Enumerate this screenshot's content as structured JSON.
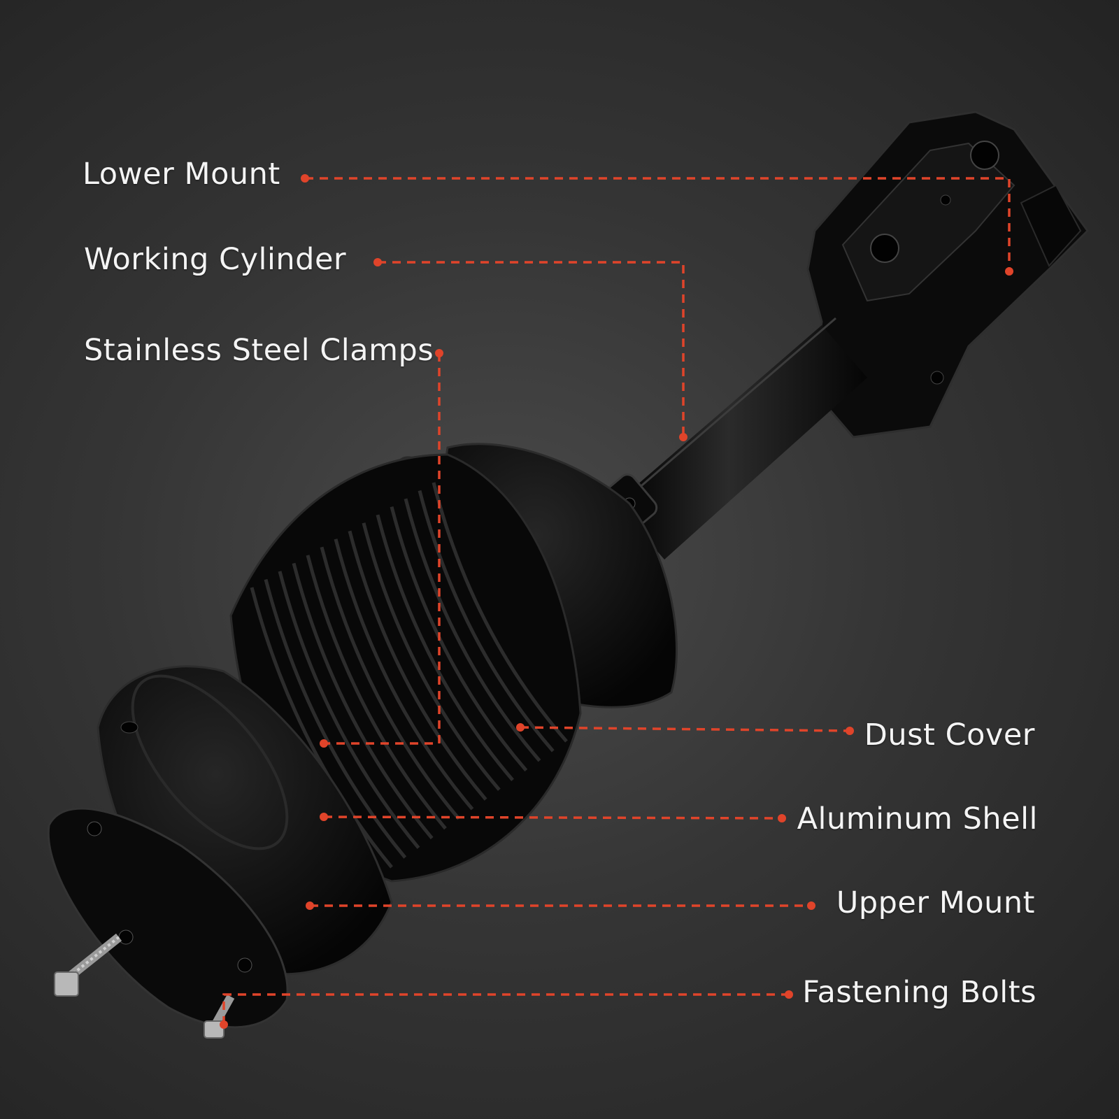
{
  "callouts": {
    "lower_mount": "Lower Mount",
    "working_cylinder": "Working Cylinder",
    "stainless_steel_clamps": "Stainless Steel Clamps",
    "dust_cover": "Dust Cover",
    "aluminum_shell": "Aluminum Shell",
    "upper_mount": "Upper Mount",
    "fastening_bolts": "Fastening Bolts"
  },
  "colors": {
    "leader_line": "#e0442a",
    "label_text": "#f4f4f4",
    "background": "#333333",
    "part": "#0c0c0c"
  }
}
